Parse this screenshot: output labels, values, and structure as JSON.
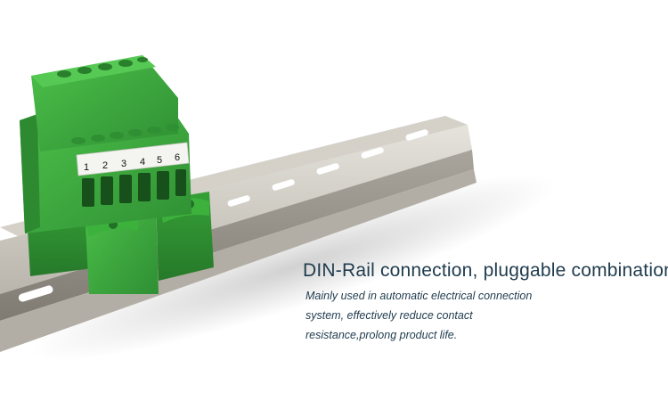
{
  "product_image": {
    "terminal_numbers": [
      "1",
      "2",
      "3",
      "4",
      "5",
      "6"
    ],
    "colors": {
      "housing_green": "#3fae3f",
      "housing_dark_green": "#2e8a31",
      "rail_metal": "#c9c5bd",
      "text_navy": "#1f3b4d"
    }
  },
  "caption": {
    "headline": "DIN-Rail connection, pluggable combination",
    "lines": [
      "Mainly used in automatic electrical connection",
      "system, effectively reduce contact",
      "resistance,prolong product life."
    ]
  }
}
